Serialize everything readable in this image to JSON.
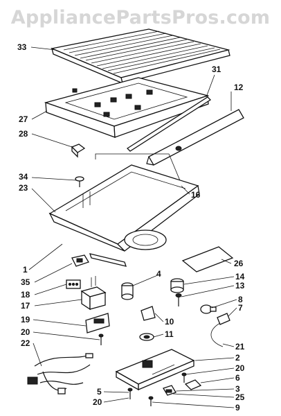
{
  "watermark": "AppliancePartsPros.com",
  "callouts": [
    "33",
    "31",
    "12",
    "27",
    "28",
    "34",
    "23",
    "16",
    "1",
    "26",
    "35",
    "4",
    "14",
    "18",
    "13",
    "17",
    "8",
    "7",
    "19",
    "10",
    "20",
    "11",
    "22",
    "21",
    "2",
    "20",
    "6",
    "3",
    "5",
    "25",
    "20",
    "9"
  ]
}
